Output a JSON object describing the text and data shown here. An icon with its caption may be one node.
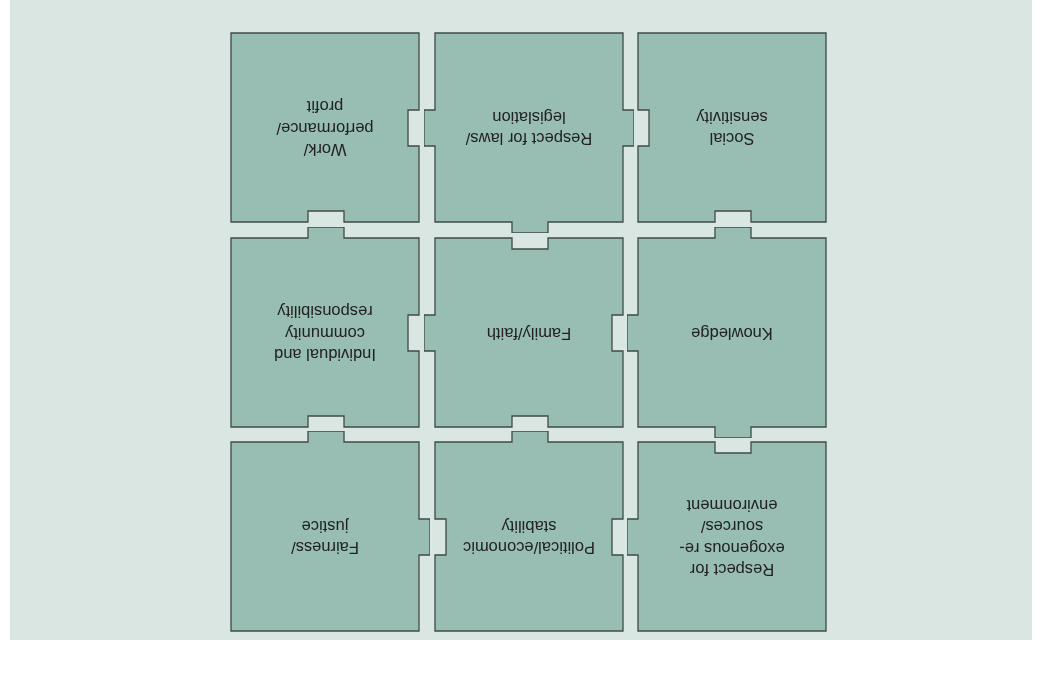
{
  "diagram": {
    "nodes": [
      {
        "text": [
          "Work/ performance/ profit"
        ]
      },
      {
        "text": [
          "Respect for laws/ legislation"
        ]
      },
      {
        "text": [
          "Social sensitivity"
        ]
      },
      {
        "text": [
          "Individual and community responsibility"
        ]
      },
      {
        "text": [
          "Family/faith"
        ]
      },
      {
        "text": [
          "Knowledge"
        ]
      },
      {
        "text": [
          "Fairness/ justice"
        ]
      },
      {
        "text": [
          "Political/economic stability"
        ]
      },
      {
        "text": [
          "Respect for exogenous re-sources/ environment"
        ]
      }
    ]
  }
}
